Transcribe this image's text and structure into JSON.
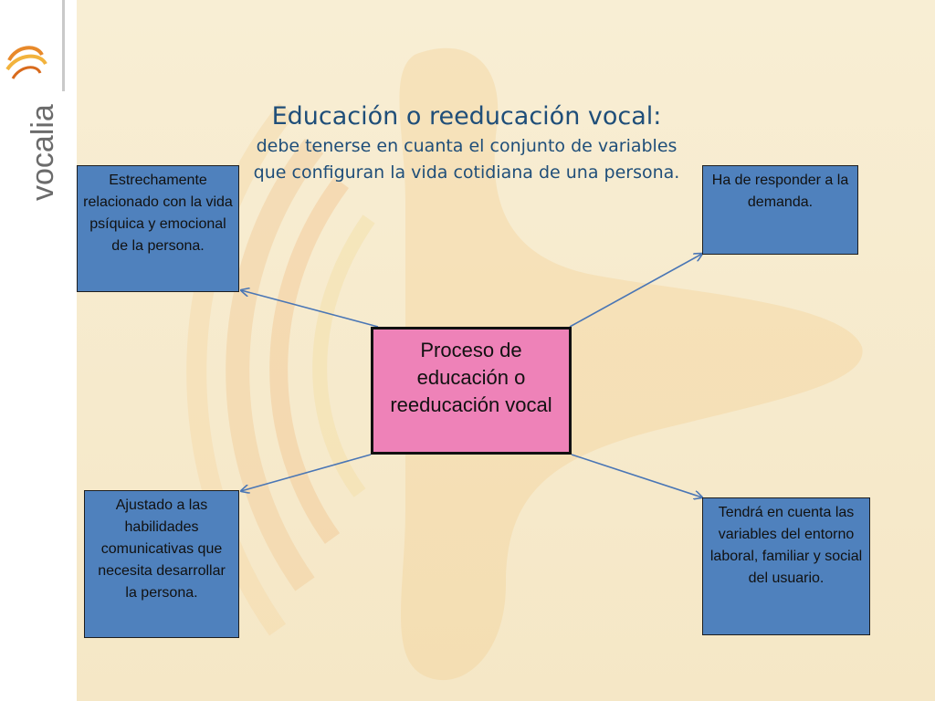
{
  "logo": {
    "text": "vocalia"
  },
  "title": {
    "main": "Educación o reeducación vocal",
    "main_suffix": ":",
    "subtitle": "debe tenerse en cuanta el conjunto de variables que configuran la vida cotidiana de una persona."
  },
  "center": {
    "label": "Proceso de educación o reeducación vocal"
  },
  "boxes": {
    "top_left": "Estrechamente relacionado con la vida psíquica y emocional de la persona.",
    "top_right": "Ha de responder a la demanda.",
    "bottom_left": "Ajustado a las habilidades comunicativas que necesita desarrollar la persona.",
    "bottom_right": "Tendrá en cuenta las variables del entorno laboral, familiar y social del usuario."
  },
  "colors": {
    "title": "#1f4e79",
    "box_fill": "#4f81bd",
    "center_fill": "#ee82b8",
    "arrow": "#4a76b5",
    "background": "#f7ecd2"
  }
}
